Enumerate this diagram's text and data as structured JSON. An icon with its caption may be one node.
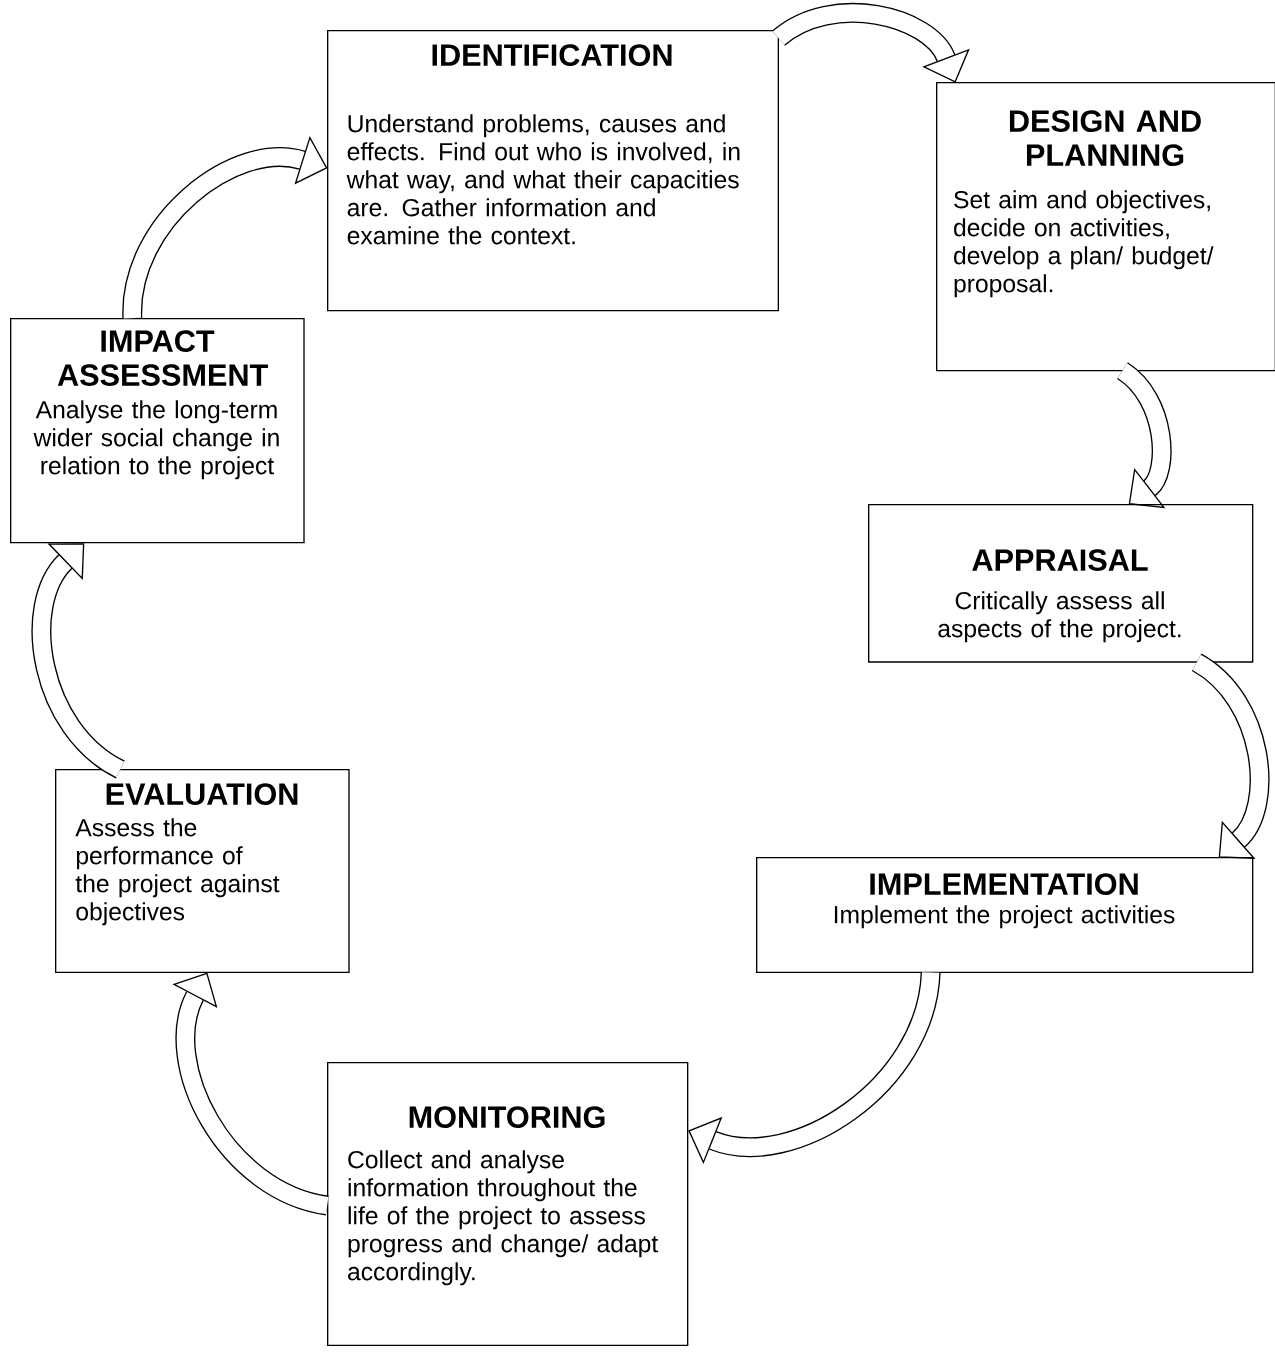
{
  "diagram": {
    "nodes": [
      {
        "text": [
          "IDENTIFICATION",
          "Understand problems, causes and effects. Find out who is involved, in what way, and what their capacities are. Gather information and examine the context."
        ]
      },
      {
        "text": [
          "DESIGN AND PLANNING",
          "Set aim and objectives, decide on activities, develop a plan/ budget/ proposal."
        ]
      },
      {
        "text": [
          "APPRAISAL",
          "Critically assess all aspects of the project."
        ]
      },
      {
        "text": [
          "IMPLEMENTATION",
          "Implement the project activities"
        ]
      },
      {
        "text": [
          "MONITORING",
          "Collect and analyse information throughout the life of the project to assess progress and change/ adapt accordingly."
        ]
      },
      {
        "text": [
          "EVALUATION",
          "Assess the performance of the project against objectives"
        ]
      },
      {
        "text": [
          "IMPACT ASSESSMENT",
          "Analyse the long-term wider social change in relation to the project"
        ]
      }
    ],
    "edges": [
      {
        "from": 0,
        "to": 1,
        "arrow": "to"
      },
      {
        "from": 1,
        "to": 2,
        "arrow": "to"
      },
      {
        "from": 2,
        "to": 3,
        "arrow": "to"
      },
      {
        "from": 3,
        "to": 4,
        "arrow": "to"
      },
      {
        "from": 4,
        "to": 5,
        "arrow": "to"
      },
      {
        "from": 5,
        "to": 6,
        "arrow": "to"
      },
      {
        "from": 6,
        "to": 0,
        "arrow": "to"
      }
    ]
  }
}
